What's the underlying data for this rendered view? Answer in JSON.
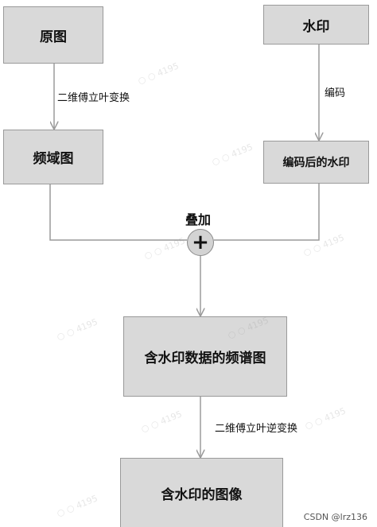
{
  "nodes": {
    "original": "原图",
    "watermark": "水印",
    "freq_domain": "频域图",
    "encoded_watermark": "编码后的水印",
    "watermarked_spectrum": "含水印数据的频谱图",
    "watermarked_image": "含水印的图像"
  },
  "edges": {
    "fft": "二维傅立叶变换",
    "encode": "编码",
    "ifft": "二维傅立叶逆变换"
  },
  "operator": {
    "label": "叠加",
    "symbol": "+"
  },
  "footer": "CSDN @lrz136"
}
